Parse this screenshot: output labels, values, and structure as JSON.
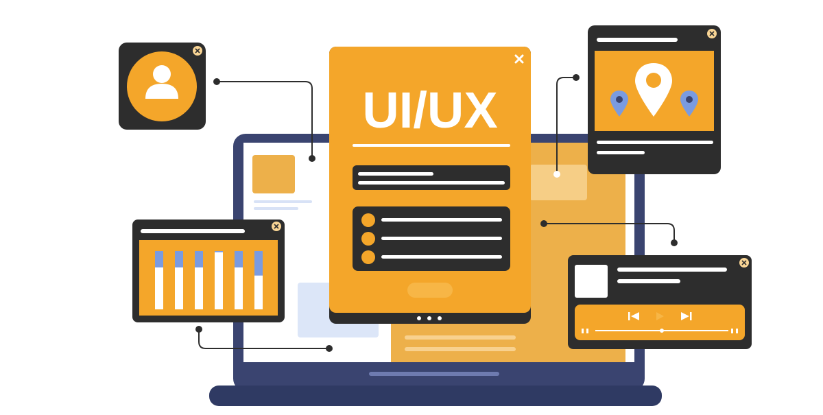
{
  "hero": {
    "title": "UI/UX"
  },
  "colors": {
    "orange": "#F4A62A",
    "orange_soft": "#EDB04A",
    "dark": "#2D2D2D",
    "navy": "#3A4470",
    "blue": "#7A9BE0",
    "light_orange": "#F9D595",
    "white": "#FFFFFF"
  },
  "icons": {
    "user": "user-icon",
    "location": "location-pin-icon",
    "close": "close-icon",
    "previous": "skip-previous-icon",
    "play": "play-icon",
    "next": "skip-next-icon"
  },
  "bar_levels": [
    0.72,
    0.72,
    0.72,
    0.98,
    0.72,
    0.58
  ]
}
